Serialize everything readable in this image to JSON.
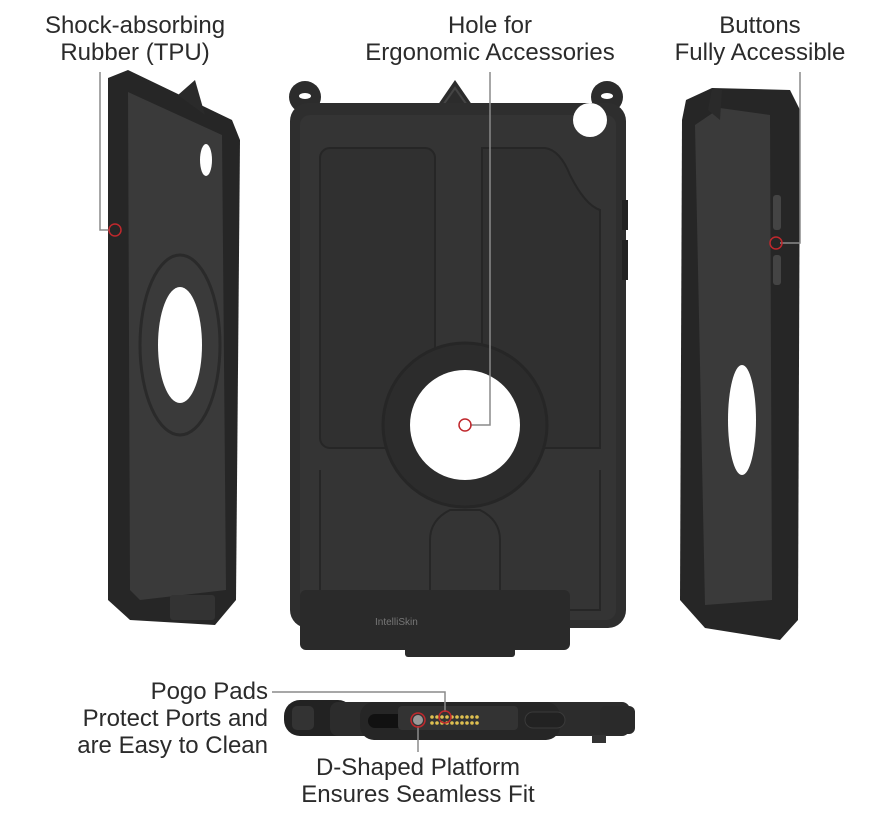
{
  "callouts": {
    "shock": {
      "line1": "Shock-absorbing",
      "line2": "Rubber (TPU)"
    },
    "hole": {
      "line1": "Hole for",
      "line2": "Ergonomic Accessories"
    },
    "buttons": {
      "line1": "Buttons",
      "line2": "Fully Accessible"
    },
    "pogo": {
      "line1": "Pogo Pads",
      "line2": "Protect Ports and",
      "line3": "are Easy to Clean"
    },
    "dshape": {
      "line1": "D-Shaped Platform",
      "line2": "Ensures Seamless Fit"
    }
  },
  "brand_mark": "IntelliSkin",
  "colors": {
    "case": "#2e2e2e",
    "case_inner": "#383838",
    "callout_line": "#8a8a8a",
    "marker": "#c0282d",
    "pogo_pins": "#e0c050"
  }
}
